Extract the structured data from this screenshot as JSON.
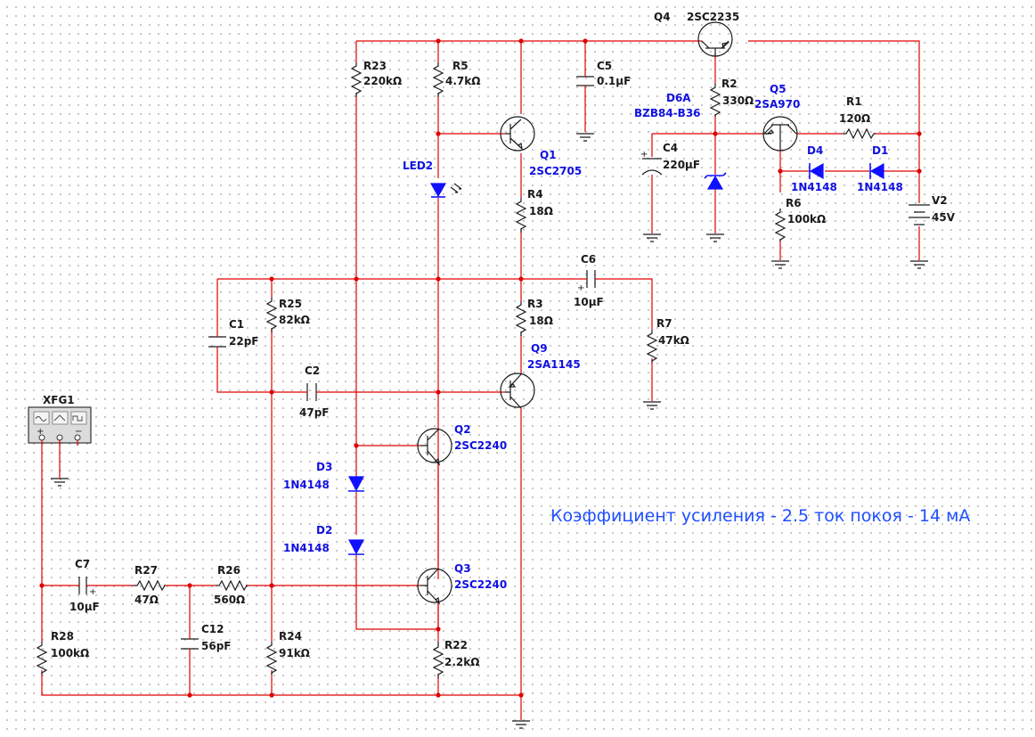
{
  "note": "Коэффициент усиления - 2.5 ток покоя - 14 мА",
  "generator": {
    "ref": "XFG1",
    "plus": "+",
    "minus": "−"
  },
  "components": {
    "Q4": {
      "ref": "Q4",
      "value": "2SC2235"
    },
    "Q1": {
      "ref": "Q1",
      "value": "2SC2705"
    },
    "Q5": {
      "ref": "Q5",
      "value": "2SA970"
    },
    "Q9": {
      "ref": "Q9",
      "value": "2SA1145"
    },
    "Q2": {
      "ref": "Q2",
      "value": "2SC2240"
    },
    "Q3": {
      "ref": "Q3",
      "value": "2SC2240"
    },
    "R23": {
      "ref": "R23",
      "value": "220kΩ"
    },
    "R5": {
      "ref": "R5",
      "value": "4.7kΩ"
    },
    "C5": {
      "ref": "C5",
      "value": "0.1µF"
    },
    "R2": {
      "ref": "R2",
      "value": "330Ω"
    },
    "D6A": {
      "ref": "D6A",
      "value": "BZB84-B36"
    },
    "R1": {
      "ref": "R1",
      "value": "120Ω"
    },
    "C4": {
      "ref": "C4",
      "value": "220µF"
    },
    "D4": {
      "ref": "D4",
      "value": "1N4148"
    },
    "D1": {
      "ref": "D1",
      "value": "1N4148"
    },
    "V2": {
      "ref": "V2",
      "value": "45V"
    },
    "R6": {
      "ref": "R6",
      "value": "100kΩ"
    },
    "LED2": {
      "ref": "LED2"
    },
    "R4": {
      "ref": "R4",
      "value": "18Ω"
    },
    "C6": {
      "ref": "C6",
      "value": "10µF"
    },
    "R25": {
      "ref": "R25",
      "value": "82kΩ"
    },
    "R3": {
      "ref": "R3",
      "value": "18Ω"
    },
    "R7": {
      "ref": "R7",
      "value": "47kΩ"
    },
    "C1": {
      "ref": "C1",
      "value": "22pF"
    },
    "C2": {
      "ref": "C2",
      "value": "47pF"
    },
    "D3": {
      "ref": "D3",
      "value": "1N4148"
    },
    "D2": {
      "ref": "D2",
      "value": "1N4148"
    },
    "C7": {
      "ref": "C7",
      "value": "10µF"
    },
    "R27": {
      "ref": "R27",
      "value": "47Ω"
    },
    "R26": {
      "ref": "R26",
      "value": "560Ω"
    },
    "R28": {
      "ref": "R28",
      "value": "100kΩ"
    },
    "C12": {
      "ref": "C12",
      "value": "56pF"
    },
    "R24": {
      "ref": "R24",
      "value": "91kΩ"
    },
    "R22": {
      "ref": "R22",
      "value": "2.2kΩ"
    }
  }
}
